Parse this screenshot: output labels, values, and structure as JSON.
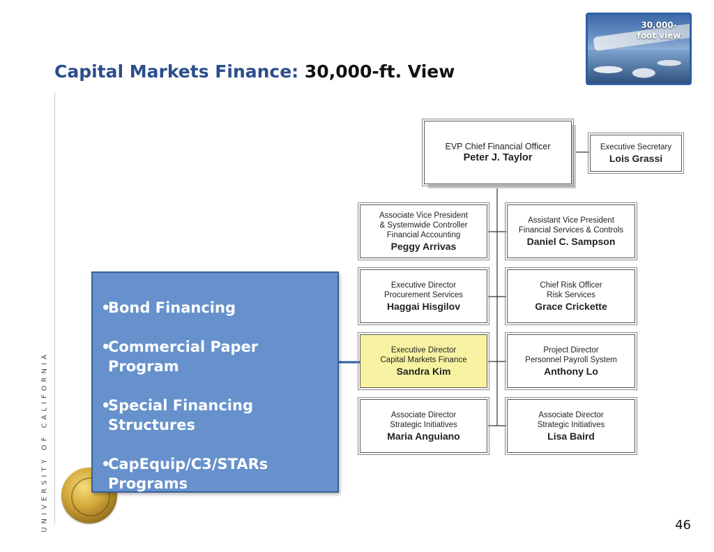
{
  "title": {
    "blue_part": "Capital Markets Finance:",
    "black_part": "30,000-ft. View"
  },
  "thumbnail": {
    "label": "30,000-foot view"
  },
  "sidebar": {
    "vertical_text": "UNIVERSITY OF CALIFORNIA"
  },
  "org_chart": {
    "top": {
      "role": "EVP Chief Financial Officer",
      "name": "Peter J. Taylor"
    },
    "secretary": {
      "role": "Executive Secretary",
      "name": "Lois Grassi"
    },
    "reports": [
      {
        "role_lines": [
          "Associate Vice President",
          "& Systemwide Controller",
          "Financial Accounting"
        ],
        "name": "Peggy Arrivas"
      },
      {
        "role_lines": [
          "Assistant Vice President",
          "Financial Services & Controls"
        ],
        "name": "Daniel C. Sampson"
      },
      {
        "role_lines": [
          "Executive Director",
          "Procurement Services"
        ],
        "name": "Haggai Hisgilov"
      },
      {
        "role_lines": [
          "Chief Risk Officer",
          "Risk Services"
        ],
        "name": "Grace Crickette"
      },
      {
        "role_lines": [
          "Executive Director",
          "Capital Markets Finance"
        ],
        "name": "Sandra Kim",
        "highlighted": true
      },
      {
        "role_lines": [
          "Project Director",
          "Personnel Payroll System"
        ],
        "name": "Anthony Lo"
      },
      {
        "role_lines": [
          "Associate Director",
          "Strategic Initiatives"
        ],
        "name": "Maria Anguiano"
      },
      {
        "role_lines": [
          "Associate Director",
          "Strategic Initiatives"
        ],
        "name": "Lisa Baird"
      }
    ]
  },
  "callout": {
    "bullet_symbol": "•",
    "items": [
      "Bond Financing",
      "Commercial Paper Program",
      "Special Financing Structures",
      "CapEquip/C3/STARs Programs"
    ]
  },
  "colors": {
    "title_blue": "#2b4e8c",
    "callout_fill": "#6691cc",
    "highlight_fill": "#f7f3a2"
  },
  "page_number": "46"
}
